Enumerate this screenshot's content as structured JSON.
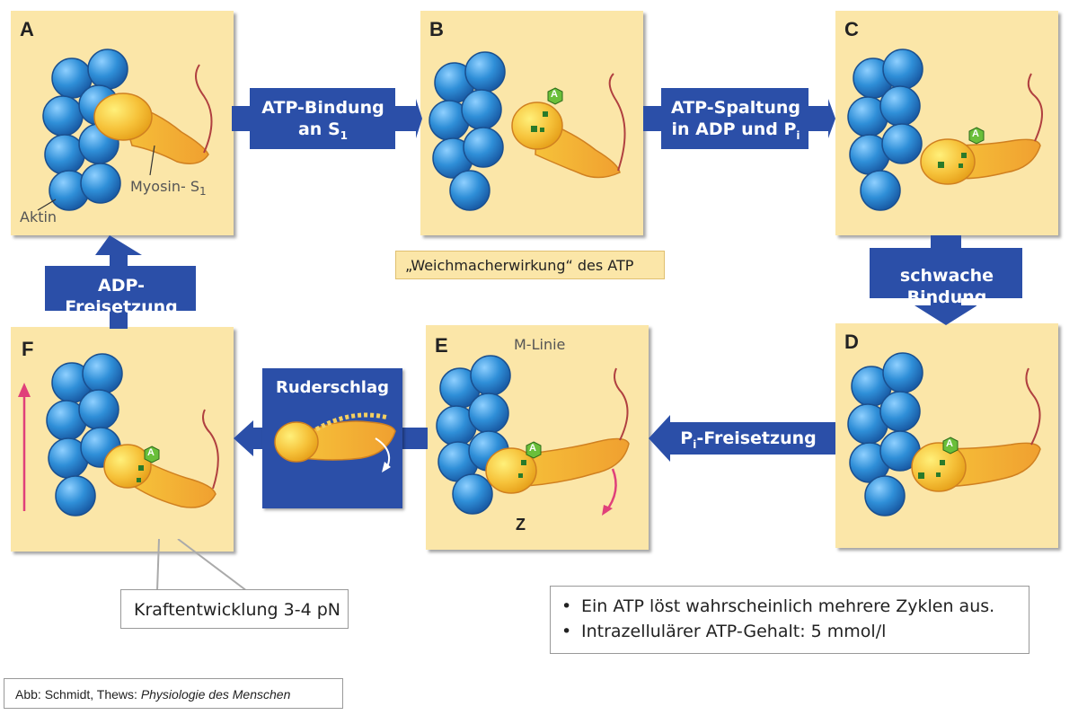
{
  "panels": {
    "a": {
      "label": "A",
      "actin_label": "Aktin",
      "myosin_label": "Myosin- S",
      "myosin_sub": "1"
    },
    "b": {
      "label": "B"
    },
    "c": {
      "label": "C"
    },
    "d": {
      "label": "D"
    },
    "e": {
      "label": "E",
      "top_label": "M-Linie",
      "bottom_label": "Z"
    },
    "f": {
      "label": "F"
    }
  },
  "nucleotide_symbols": {
    "atp_hexagon": "A"
  },
  "arrows": {
    "atp_binding": {
      "line1": "ATP-Bindung",
      "line2": "an S",
      "line2_sub": "1"
    },
    "atp_cleavage": {
      "line1": "ATP-Spaltung",
      "line2": "in ADP und P",
      "line2_sub": "i"
    },
    "weak_binding": {
      "text": "schwache Bindung"
    },
    "pi_release": {
      "prefix": "P",
      "sub": "i",
      "suffix": "-Freisetzung"
    },
    "power_stroke": {
      "text": "Ruderschlag"
    },
    "adp_release": {
      "text": "ADP-Freisetzung"
    }
  },
  "notes": {
    "plasticizer": "„Weichmacherwirkung“ des ATP",
    "force": "Kraftentwicklung 3-4 pN",
    "bullets": [
      "Ein ATP löst wahrscheinlich mehrere Zyklen aus.",
      "Intrazellulärer ATP-Gehalt: 5 mmol/l"
    ],
    "bullet_symbol": "•"
  },
  "citation": {
    "prefix": "Abb: Schmidt, Thews: ",
    "title": "Physiologie des Menschen"
  },
  "colors": {
    "panel_bg": "#fbe6a8",
    "actin_blue": "#2f8fd8",
    "myosin_yellow": "#f6c23a",
    "arrow_blue": "#2b4fa8",
    "atp_green": "#6abf3a",
    "red_arrow": "#e0407a"
  }
}
